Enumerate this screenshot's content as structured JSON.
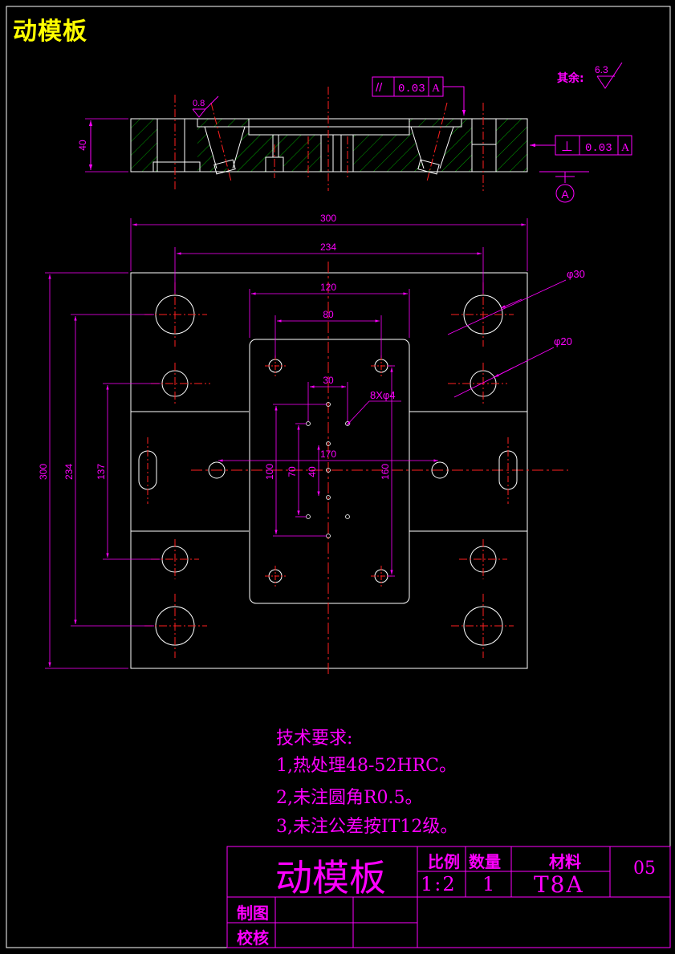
{
  "sheet_title": "动模板",
  "section_view": {
    "thickness_dim": "40",
    "roughness_hole": "0.8",
    "parallelism_symbol": "//",
    "parallelism_value": "0.03",
    "datum_ref": "A",
    "perpendicularity_symbol": "⊥",
    "perpendicularity_value": "0.03",
    "datum_label": "A"
  },
  "surface_finish": {
    "label": "其余:",
    "value": "6.3"
  },
  "plan_view": {
    "dims": {
      "width_overall": "300",
      "hole_spacing_x": "234",
      "pocket_width": "120",
      "pocket_holes_x": "80",
      "pin_spacing": "30",
      "pin_callout": "8Xφ4",
      "slot_spacing": "170",
      "height_overall": "300",
      "hole_spacing_y": "234",
      "small_hole_spacing_y": "137",
      "pin_y_100": "100",
      "pin_y_70": "70",
      "pin_y_40": "40",
      "pocket_holes_y": "160",
      "dia_30": "φ30",
      "dia_20": "φ20"
    }
  },
  "technical_requirements": {
    "heading": "技术要求:",
    "items": [
      "1,热处理48-52HRC。",
      "2,未注圆角R0.5。",
      "3,未注公差按IT12级。"
    ]
  },
  "title_block": {
    "part_name": "动模板",
    "scale_label": "比例",
    "scale_value": "1:2",
    "qty_label": "数量",
    "qty_value": "1",
    "material_label": "材料",
    "material_value": "T8A",
    "drawing_no": "05",
    "drawn_by_label": "制图",
    "checked_by_label": "校核"
  }
}
